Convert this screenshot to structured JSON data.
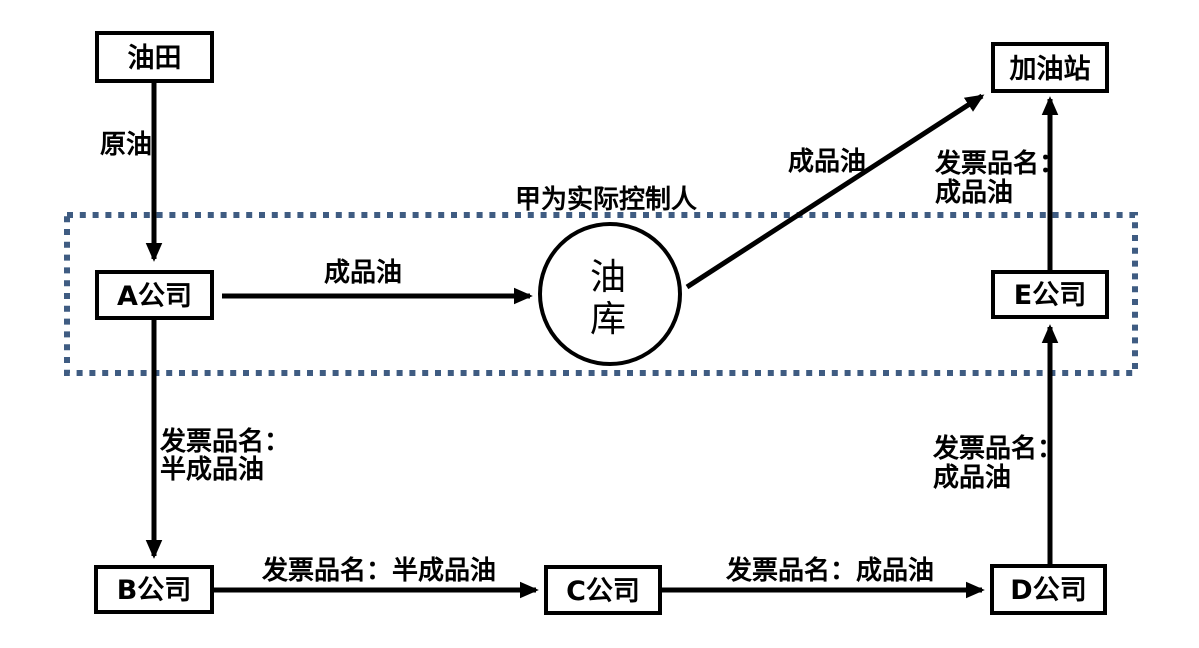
{
  "diagram": {
    "title_annotation": "甲为实际控制人",
    "nodes": {
      "oil_field": "油田",
      "company_a": "A公司",
      "company_b": "B公司",
      "company_c": "C公司",
      "company_d": "D公司",
      "company_e": "E公司",
      "gas_station": "加油站",
      "oil_depot": {
        "line1": "油",
        "line2": "库"
      }
    },
    "edges": {
      "oilfield_to_a": "原油",
      "a_to_depot": "成品油",
      "depot_to_station": "成品油",
      "e_to_station": {
        "line1": "发票品名：",
        "line2": "成品油"
      },
      "a_to_b": {
        "line1": "发票品名：",
        "line2": "半成品油"
      },
      "b_to_c": "发票品名：半成品油",
      "c_to_d": "发票品名：成品油",
      "d_to_e": {
        "line1": "发票品名：",
        "line2": "成品油"
      }
    },
    "colors": {
      "line": "#000000",
      "box_border": "#000000",
      "dotted_border": "#3F5C82",
      "background": "#FFFFFF"
    }
  }
}
